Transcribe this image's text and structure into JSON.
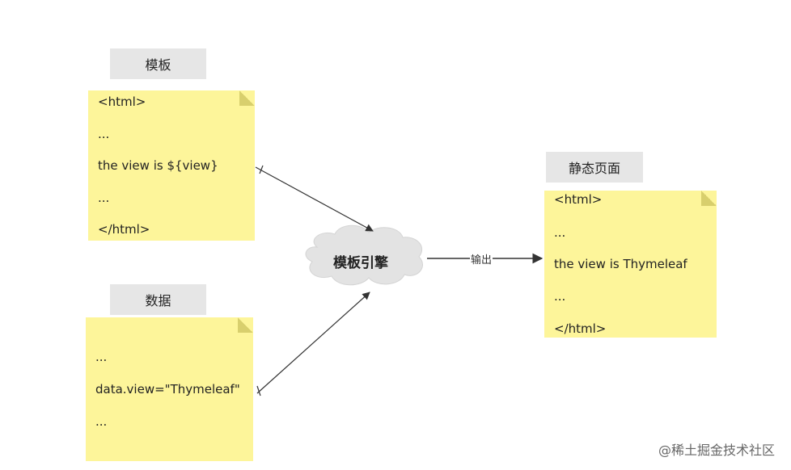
{
  "template_block": {
    "label": "模板",
    "lines": [
      "<html>",
      "...",
      "the view is ${view}",
      "...",
      "</html>"
    ]
  },
  "data_block": {
    "label": "数据",
    "lines": [
      "...",
      "data.view=\"Thymeleaf\"",
      "..."
    ]
  },
  "engine": {
    "label": "模板引擎"
  },
  "edge": {
    "output_label": "输出"
  },
  "output_block": {
    "label": "静态页面",
    "lines": [
      "<html>",
      "...",
      "the view is Thymeleaf",
      "...",
      "</html>"
    ]
  },
  "watermark": "@稀土掘金技术社区",
  "colors": {
    "note_fill": "#fdf59a",
    "label_fill": "#e6e6e6",
    "cloud_fill": "#e3e3e3",
    "arrow": "#333333"
  }
}
